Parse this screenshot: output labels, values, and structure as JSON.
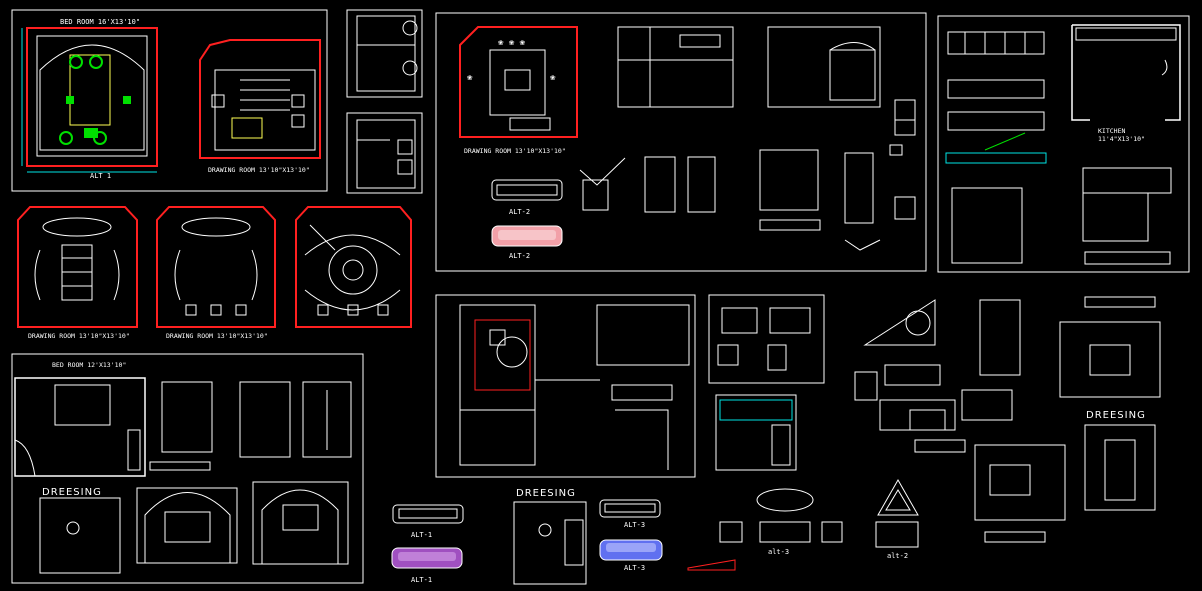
{
  "labels": {
    "bed_room_1": "BED ROOM 16'X13'10\"",
    "alt_1_top": "ALT 1",
    "drawing_room_1": "DRAWING ROOM 13'10\"X13'10\"",
    "drawing_room_2": "DRAWING ROOM 13'10\"X13'10\"",
    "drawing_room_3": "DRAWING ROOM 13'10\"X13'10\"",
    "drawing_room_4": "DRAWING ROOM 13'10\"X13'10\"",
    "bed_room_2": "BED ROOM 12'X13'10\"",
    "dreesing_1": "DREESING",
    "dreesing_2": "DREESING",
    "dressing": "DREESING",
    "alt_2a": "ALT-2",
    "alt_2b": "ALT-2",
    "alt_1a": "ALT-1",
    "alt_1b": "ALT-1",
    "alt_3a": "ALT-3",
    "alt_3b": "ALT-3",
    "alt_3c": "alt-3",
    "alt_2c": "alt-2",
    "kitchen": "KITCHEN",
    "kitchen_dim": "11'4\"X13'10\""
  },
  "colors": {
    "background": "#000000",
    "wall": "#ff2020",
    "line": "#ffffff",
    "dim": "#00e5e5",
    "furniture": "#ffff55",
    "fixture": "#00e000",
    "sofa_pink": "#f2a0a8",
    "sofa_purple": "#a050c0",
    "sofa_blue": "#6070f0"
  }
}
